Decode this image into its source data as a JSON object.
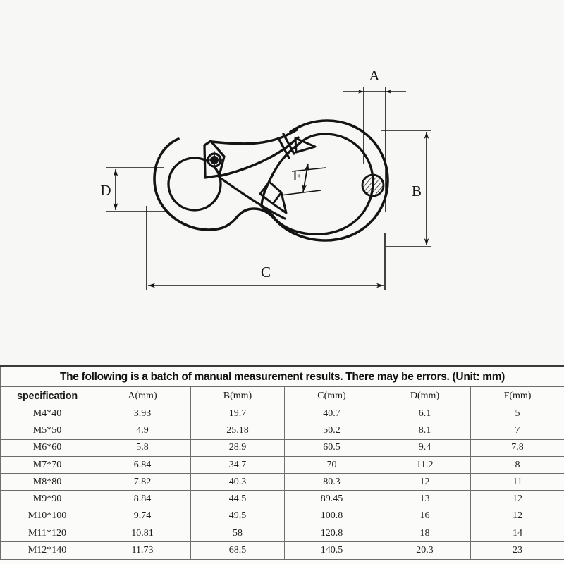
{
  "diagram": {
    "name": "spring-snap-hook-carabiner-dimension-drawing",
    "dimension_labels": {
      "a": "A",
      "b": "B",
      "c": "C",
      "d": "D",
      "f": "F"
    },
    "line_color": "#141414",
    "background_color": "#f7f7f5"
  },
  "table": {
    "title": "The following is a batch of manual measurement results. There may be errors. (Unit: mm)",
    "columns": [
      "specification",
      "A(mm)",
      "B(mm)",
      "C(mm)",
      "D(mm)",
      "F(mm)"
    ],
    "rows": [
      [
        "M4*40",
        "3.93",
        "19.7",
        "40.7",
        "6.1",
        "5"
      ],
      [
        "M5*50",
        "4.9",
        "25.18",
        "50.2",
        "8.1",
        "7"
      ],
      [
        "M6*60",
        "5.8",
        "28.9",
        "60.5",
        "9.4",
        "7.8"
      ],
      [
        "M7*70",
        "6.84",
        "34.7",
        "70",
        "11.2",
        "8"
      ],
      [
        "M8*80",
        "7.82",
        "40.3",
        "80.3",
        "12",
        "11"
      ],
      [
        "M9*90",
        "8.84",
        "44.5",
        "89.45",
        "13",
        "12"
      ],
      [
        "M10*100",
        "9.74",
        "49.5",
        "100.8",
        "16",
        "12"
      ],
      [
        "M11*120",
        "10.81",
        "58",
        "120.8",
        "18",
        "14"
      ],
      [
        "M12*140",
        "11.73",
        "68.5",
        "140.5",
        "20.3",
        "23"
      ]
    ]
  }
}
